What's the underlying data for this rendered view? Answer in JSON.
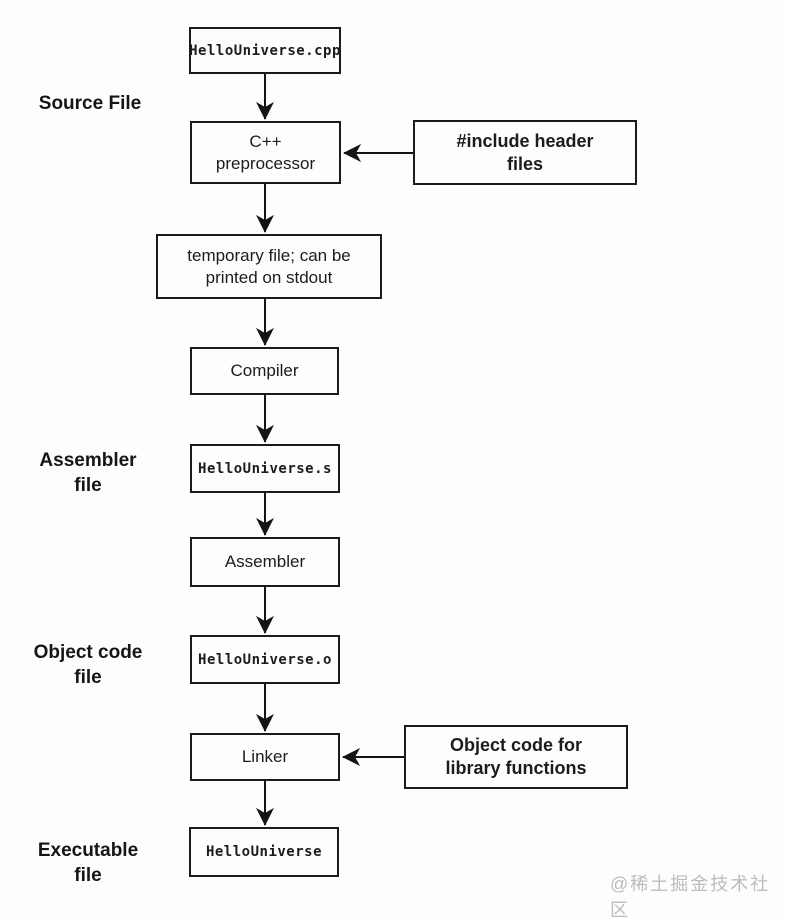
{
  "flowchart": {
    "title_context": "C++ build pipeline flowchart",
    "stages": {
      "source_file": "Source File",
      "assembler_file": "Assembler file",
      "object_code_file": "Object code file",
      "executable_file": "Executable file"
    },
    "nodes": {
      "source": "HelloUniverse.cpp",
      "preprocessor": "C++ preprocessor",
      "include_headers": "#include header files",
      "temp_file": "temporary file; can be printed on stdout",
      "compiler": "Compiler",
      "assembly_file": "HelloUniverse.s",
      "assembler": "Assembler",
      "object_file": "HelloUniverse.o",
      "linker": "Linker",
      "library_objects": "Object code for library functions",
      "executable": "HelloUniverse"
    },
    "edges": [
      {
        "from": "source",
        "to": "preprocessor"
      },
      {
        "from": "include_headers",
        "to": "preprocessor"
      },
      {
        "from": "preprocessor",
        "to": "temp_file"
      },
      {
        "from": "temp_file",
        "to": "compiler"
      },
      {
        "from": "compiler",
        "to": "assembly_file"
      },
      {
        "from": "assembly_file",
        "to": "assembler"
      },
      {
        "from": "assembler",
        "to": "object_file"
      },
      {
        "from": "object_file",
        "to": "linker"
      },
      {
        "from": "library_objects",
        "to": "linker"
      },
      {
        "from": "linker",
        "to": "executable"
      }
    ],
    "colors": {
      "line": "#141414",
      "text": "#1c1c1c",
      "watermark": "#bcbcbc",
      "background": "#fdfdfd"
    },
    "watermark": "@稀土掘金技术社区"
  }
}
